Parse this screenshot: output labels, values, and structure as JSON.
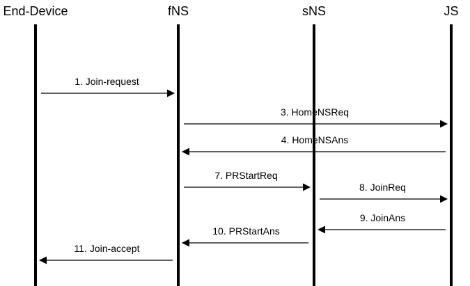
{
  "participants": [
    {
      "id": "end-device",
      "label": "End-Device"
    },
    {
      "id": "fns",
      "label": "fNS"
    },
    {
      "id": "sns",
      "label": "sNS"
    },
    {
      "id": "js",
      "label": "JS"
    }
  ],
  "messages": [
    {
      "label": "1. Join-request",
      "from": "end-device",
      "to": "fns"
    },
    {
      "label": "3. HomeNSReq",
      "from": "fns",
      "to": "js"
    },
    {
      "label": "4. HomeNSAns",
      "from": "js",
      "to": "fns"
    },
    {
      "label": "7. PRStartReq",
      "from": "fns",
      "to": "sns"
    },
    {
      "label": "8. JoinReq",
      "from": "sns",
      "to": "js"
    },
    {
      "label": "9. JoinAns",
      "from": "js",
      "to": "sns"
    },
    {
      "label": "10. PRStartAns",
      "from": "sns",
      "to": "fns"
    },
    {
      "label": "11. Join-accept",
      "from": "fns",
      "to": "end-device"
    }
  ],
  "colors": {
    "line": "#000000",
    "background": "#ffffff"
  }
}
